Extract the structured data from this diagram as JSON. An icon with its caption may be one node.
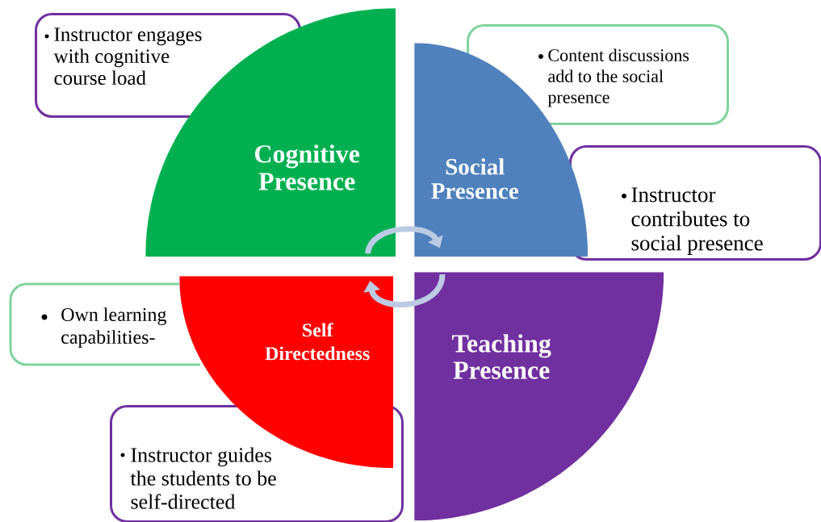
{
  "diagram": {
    "nodes": [
      {
        "text": [
          "Instructor engages with cognitive course load"
        ]
      },
      {
        "text": [
          "Cognitive Presence"
        ]
      },
      {
        "text": [
          "Content discussions add to the social presence"
        ]
      },
      {
        "text": [
          "Social Presence"
        ]
      },
      {
        "text": [
          "Instructor contributes to social presence"
        ]
      },
      {
        "text": [
          "Own learning capabilities-"
        ]
      },
      {
        "text": [
          "Self Directedness"
        ]
      },
      {
        "text": [
          "Teaching Presence"
        ]
      },
      {
        "text": [
          "Instructor guides the students to be self-directed"
        ]
      }
    ],
    "edges": [
      {
        "from": 1,
        "to": 3,
        "arrow": "to"
      },
      {
        "from": 7,
        "to": 6,
        "arrow": "to"
      }
    ]
  }
}
